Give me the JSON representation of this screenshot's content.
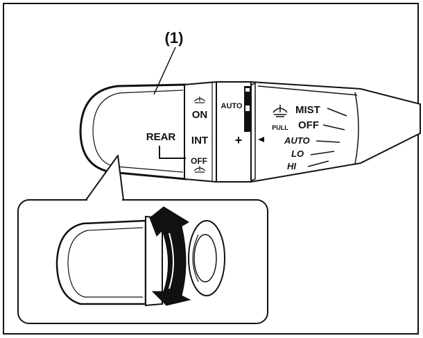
{
  "callout": {
    "number": "(1)"
  },
  "rear_ring": {
    "title": "REAR",
    "positions": [
      "ON",
      "INT",
      "OFF"
    ]
  },
  "front_ring": {
    "auto_label": "AUTO",
    "plus_label": "+"
  },
  "front_modes": {
    "pull_label": "PULL",
    "items": [
      "MIST",
      "OFF",
      "AUTO",
      "LO",
      "HI"
    ]
  },
  "colors": {
    "line": "#111111",
    "background": "#ffffff"
  }
}
